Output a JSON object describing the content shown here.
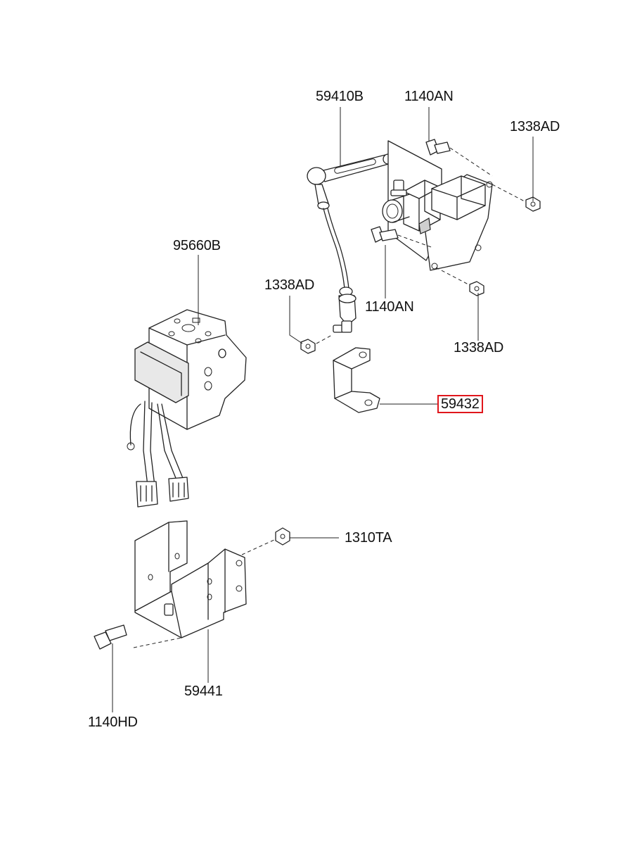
{
  "callouts": [
    {
      "id": "c-59410b",
      "part_no": "59410B"
    },
    {
      "id": "c-1140an-top",
      "part_no": "1140AN"
    },
    {
      "id": "c-1338ad-topright",
      "part_no": "1338AD"
    },
    {
      "id": "c-95660b",
      "part_no": "95660B"
    },
    {
      "id": "c-1338ad-left",
      "part_no": "1338AD"
    },
    {
      "id": "c-1140an-mid",
      "part_no": "1140AN"
    },
    {
      "id": "c-1338ad-bottomright",
      "part_no": "1338AD"
    },
    {
      "id": "c-59432",
      "part_no": "59432",
      "highlighted": true
    },
    {
      "id": "c-1310ta",
      "part_no": "1310TA"
    },
    {
      "id": "c-59441",
      "part_no": "59441"
    },
    {
      "id": "c-1140hd",
      "part_no": "1140HD"
    }
  ],
  "colors": {
    "highlight_border": "#e0161c",
    "line": "#222222",
    "background": "#ffffff"
  }
}
